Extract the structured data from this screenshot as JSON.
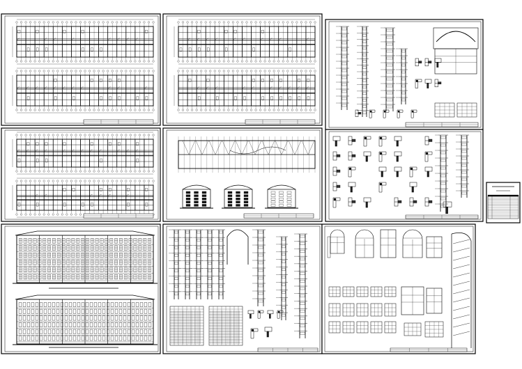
{
  "title": "",
  "colors": {
    "background": "#ffffff",
    "line": "#000000"
  },
  "sheets": [
    {
      "id": "sheet-1",
      "content": "plan-pair"
    },
    {
      "id": "sheet-2",
      "content": "plan-pair"
    },
    {
      "id": "sheet-3",
      "content": "sections-details"
    },
    {
      "id": "sheet-4",
      "content": "plan-pair"
    },
    {
      "id": "sheet-5",
      "content": "roof-plan-and-side-elevations"
    },
    {
      "id": "sheet-6",
      "content": "node-details"
    },
    {
      "id": "sheet-7",
      "content": "drawing-index"
    },
    {
      "id": "sheet-8",
      "content": "front-and-rear-elevations"
    },
    {
      "id": "sheet-9",
      "content": "wall-sections-and-tables"
    },
    {
      "id": "sheet-10",
      "content": "window-door-details"
    }
  ]
}
